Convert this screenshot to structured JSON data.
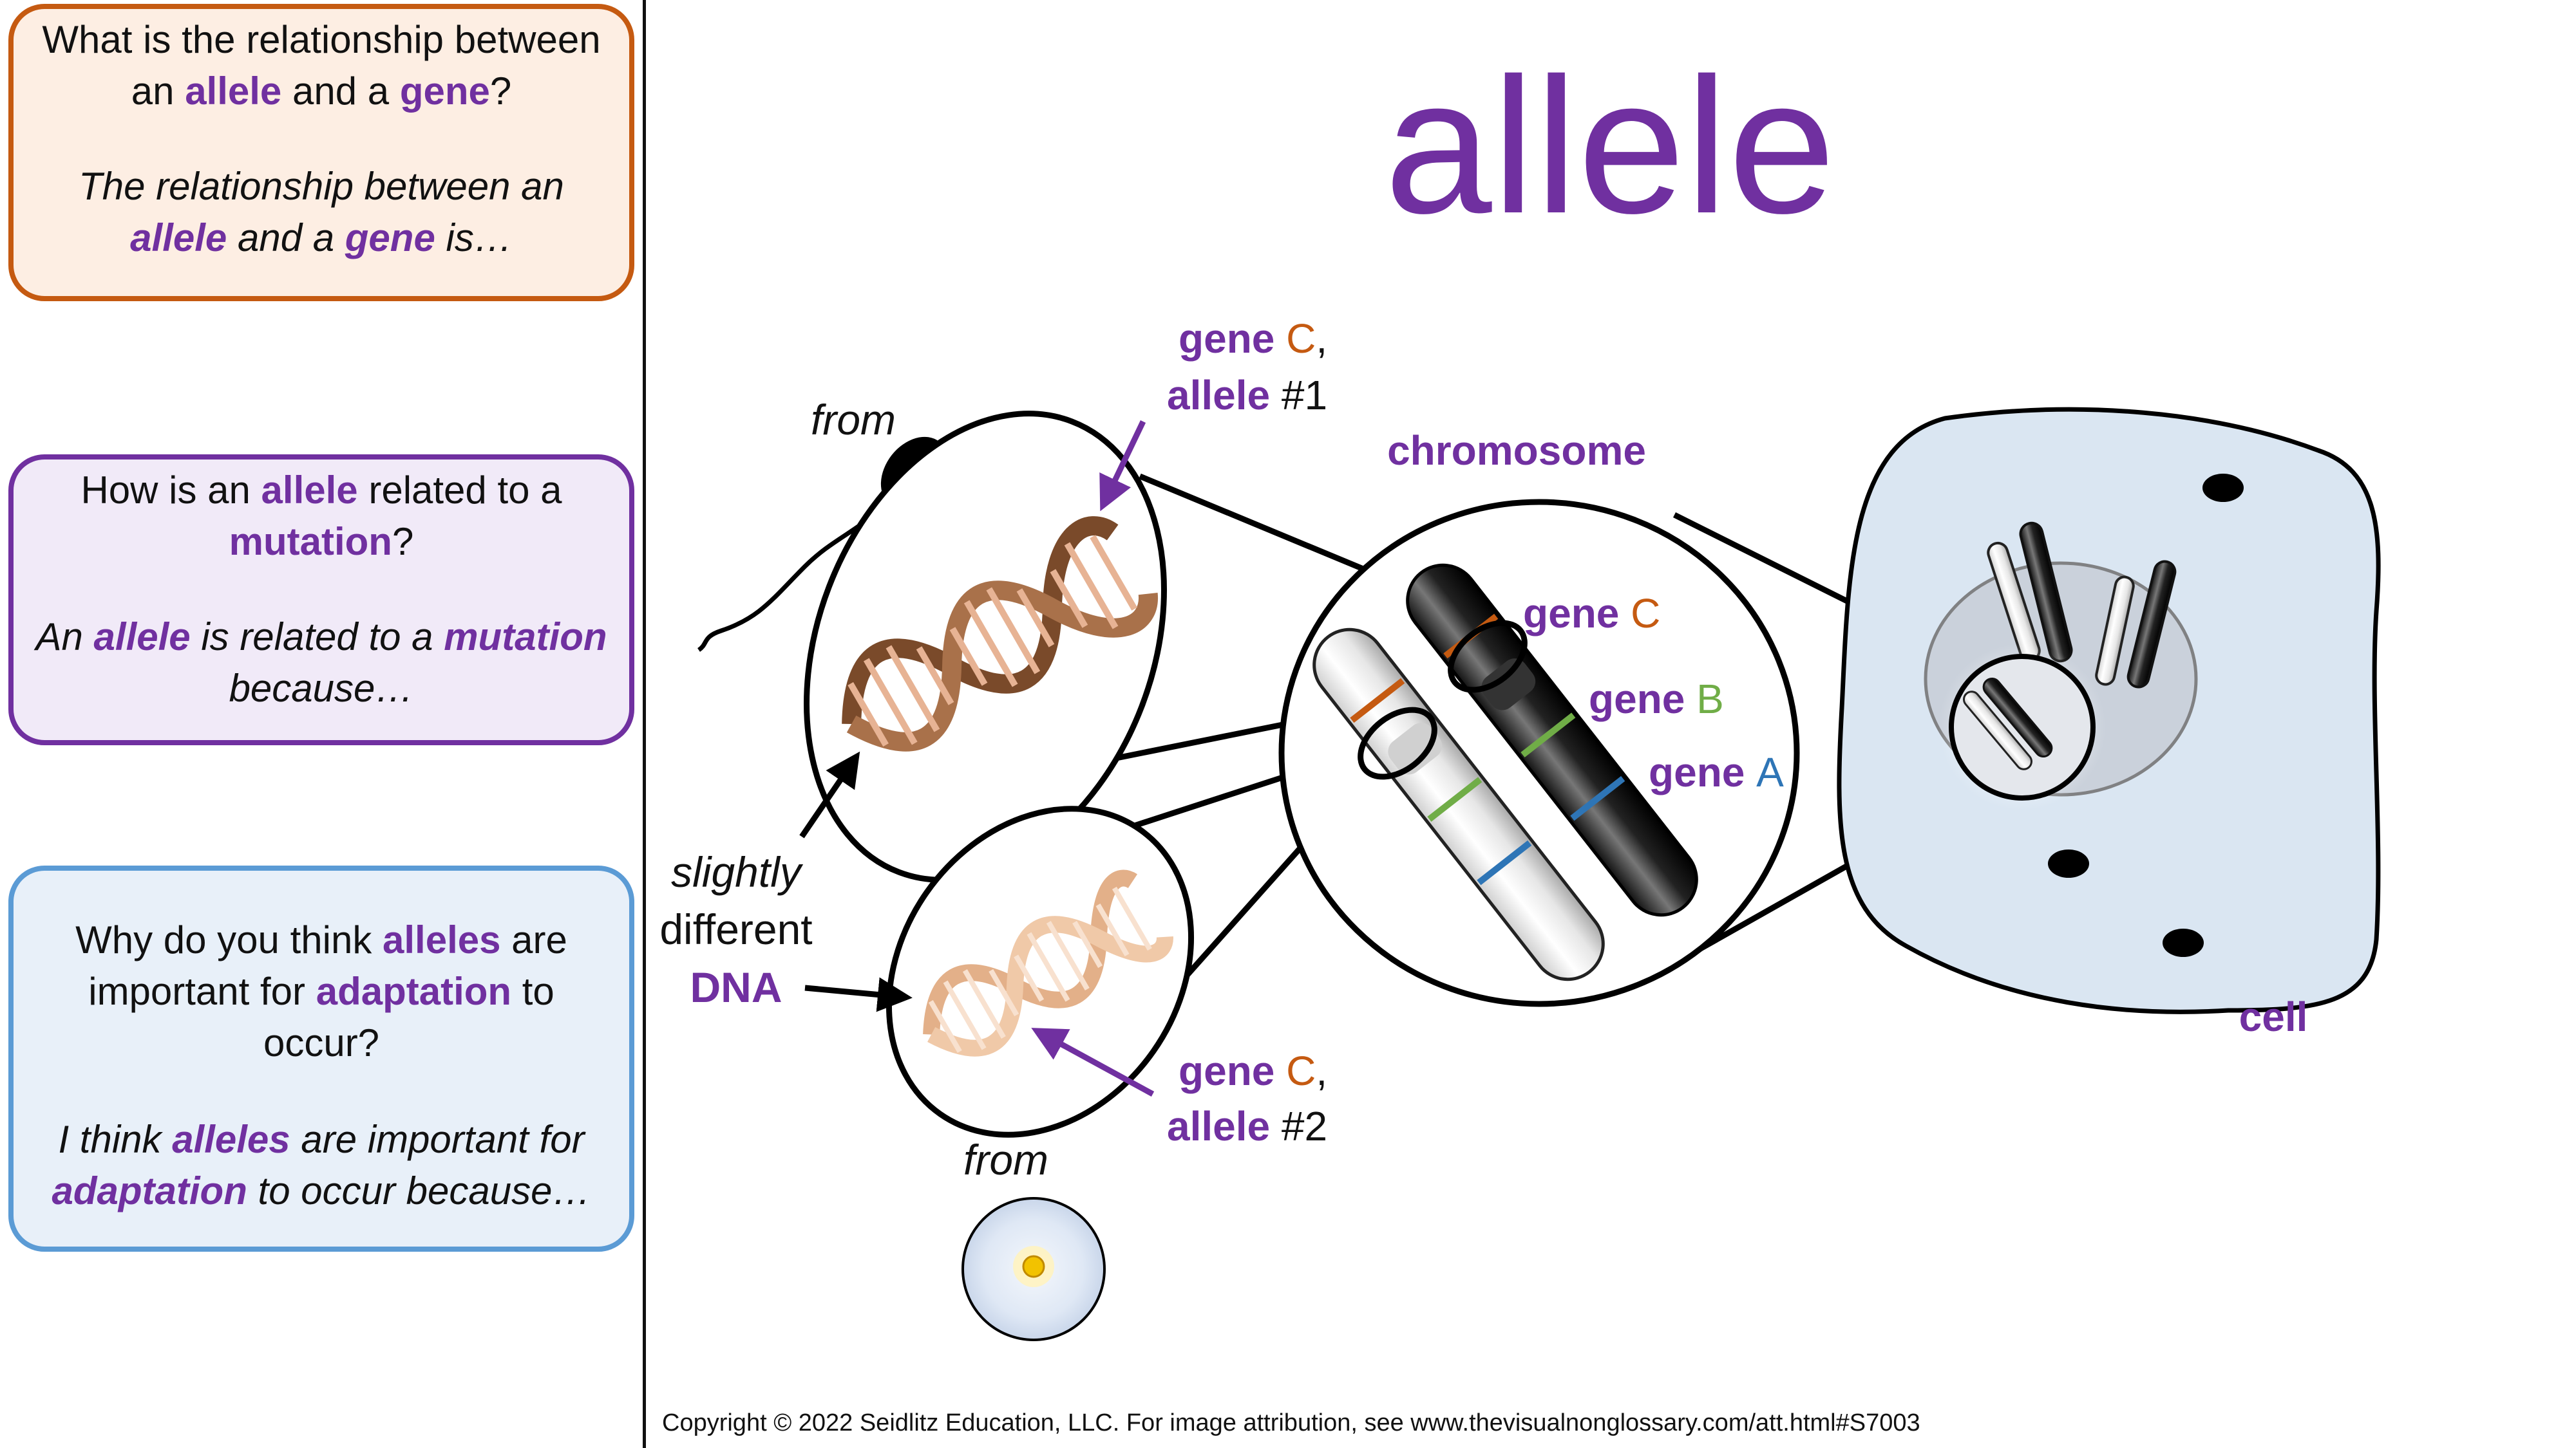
{
  "title": "allele",
  "cards": {
    "c1": {
      "q": [
        "What is the relationship between an ",
        "allele",
        " and a ",
        "gene",
        "?"
      ],
      "a": [
        "The relationship between an ",
        "allele",
        " and a ",
        "gene",
        " is…"
      ]
    },
    "c2": {
      "q": [
        "How is an ",
        "allele",
        " related to a ",
        "mutation",
        "?"
      ],
      "a": [
        "An ",
        "allele",
        " is related  to a ",
        "mutation",
        " because…"
      ]
    },
    "c3": {
      "q": [
        "Why do you think ",
        "alleles",
        " are important for ",
        "adaptation",
        " to occur?"
      ],
      "a": [
        "I think ",
        "alleles",
        " are important for ",
        "adaptation",
        " to occur because…"
      ]
    }
  },
  "labels": {
    "from_top": "from",
    "from_bottom": "from",
    "allele1_gene": "gene ",
    "allele1_letter": "C",
    "allele1_comma": ",",
    "allele1_word": "allele",
    "allele1_num": " #1",
    "allele2_gene": "gene ",
    "allele2_letter": "C",
    "allele2_comma": ",",
    "allele2_word": "allele",
    "allele2_num": " #2",
    "chromosome": "chromosome",
    "geneC_word": "gene ",
    "geneC_letter": "C",
    "geneB_word": "gene ",
    "geneB_letter": "B",
    "geneA_word": "gene ",
    "geneA_letter": "A",
    "slightly": "slightly",
    "different": "different",
    "dna": "DNA",
    "cell": "cell"
  },
  "colors": {
    "purple": "#7030a0",
    "orange": "#c55a11",
    "green": "#70ad47",
    "blue": "#2e75b6",
    "cell_fill": "#dae6f2"
  },
  "copyright": "Copyright © 2022 Seidlitz Education, LLC.  For image attribution, see www.thevisualnonglossary.com/att.html#S7003"
}
